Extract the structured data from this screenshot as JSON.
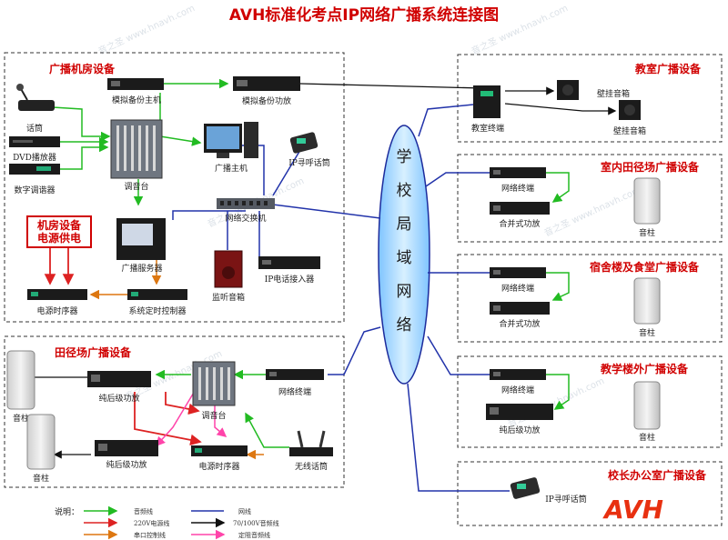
{
  "title": "AVH标准化考点IP网络广播系统连接图",
  "sections": {
    "machine_room": "广播机房设备",
    "track_field": "田径场广播设备",
    "classroom": "教室广播设备",
    "indoor_track": "室内田径场广播设备",
    "dorm_canteen": "宿舍楼及食堂广播设备",
    "teaching_outdoor": "教学楼外广播设备",
    "principal_office": "校长办公室广播设备"
  },
  "lan_label": [
    "学",
    "校",
    "局",
    "域",
    "网",
    "络"
  ],
  "devices": {
    "mic": "话筒",
    "dvd": "DVD播放器",
    "tuner": "数字调谐器",
    "analog_host": "模拟备份主机",
    "analog_amp": "模拟备份功放",
    "mixer": "调音台",
    "broadcast_host": "广播主机",
    "ip_mic": "IP寻呼话筒",
    "switch": "网络交换机",
    "power_label": "机房设备\n电源供电",
    "server": "广播服务器",
    "monitor_speaker": "监听音箱",
    "ip_phone": "IP电话接入器",
    "power_seq": "电源时序器",
    "timer_ctrl": "系统定时控制器",
    "class_terminal": "教室终端",
    "wall_speaker1": "壁挂音箱",
    "wall_speaker2": "壁挂音箱",
    "net_terminal": "网络终端",
    "combo_amp": "合并式功放",
    "column": "音柱",
    "pure_amp": "纯后级功放",
    "wireless_mic": "无线话筒",
    "principal_ip_mic": "IP寻呼话筒"
  },
  "legend": {
    "title": "说明：",
    "items": [
      "音频线",
      "220V电源线",
      "串口控制线",
      "网线",
      "70/100V音频线",
      "定阻音频线"
    ],
    "colors": [
      "#22bb22",
      "#dd2222",
      "#dd7711",
      "#2233aa",
      "#111111",
      "#ff44aa"
    ]
  },
  "logo": "AVH",
  "watermark": "音之圣 www.hnavh.com",
  "colors": {
    "accent": "#d00000",
    "lan": "#a8d8ff",
    "logo": "#e83010"
  }
}
